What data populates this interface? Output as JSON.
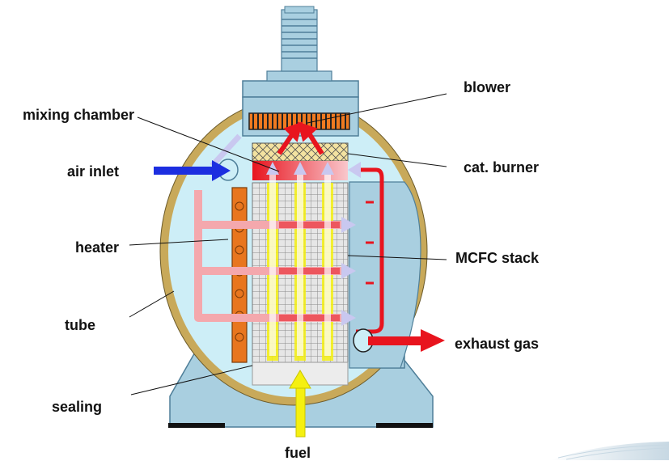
{
  "labels": {
    "blower": "blower",
    "mixing_chamber": "mixing chamber",
    "air_inlet": "air inlet",
    "cat_burner": "cat. burner",
    "heater": "heater",
    "mcfc_stack": "MCFC stack",
    "tube": "tube",
    "exhaust_gas": "exhaust gas",
    "sealing": "sealing",
    "fuel": "fuel"
  },
  "colors": {
    "housing": "#a9cfe0",
    "vessel_rim": "#c8a95a",
    "vessel_inside": "#cdeef7",
    "heater": "#e8761e",
    "blower_fan": "#e85a1a",
    "air_flow": "#f4a8ad",
    "red_flow": "#e8141e",
    "fuel_flow": "#f5f010",
    "air_inlet_arrow": "#1c2ee0",
    "burner": "#f3e2a0",
    "light_arrow": "#c9c8f0"
  }
}
